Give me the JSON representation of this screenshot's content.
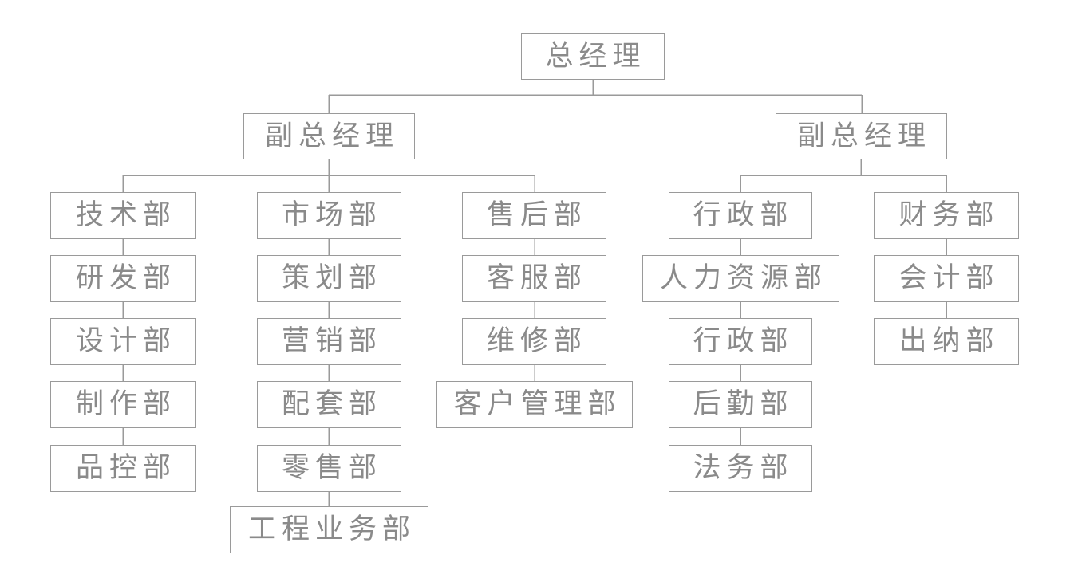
{
  "colors": {
    "bg": "#ffffff",
    "line": "#9a9a9a",
    "box-border": "#9a9a9a",
    "box-text": "#8a8a8a"
  },
  "org": {
    "root": "总经理",
    "deputy_left": "副总经理",
    "deputy_right": "副总经理",
    "col1": [
      "技术部",
      "研发部",
      "设计部",
      "制作部",
      "品控部"
    ],
    "col2": [
      "市场部",
      "策划部",
      "营销部",
      "配套部",
      "零售部",
      "工程业务部"
    ],
    "col3": [
      "售后部",
      "客服部",
      "维修部",
      "客户管理部"
    ],
    "col4": [
      "行政部",
      "人力资源部",
      "行政部",
      "后勤部",
      "法务部"
    ],
    "col5": [
      "财务部",
      "会计部",
      "出纳部"
    ]
  }
}
